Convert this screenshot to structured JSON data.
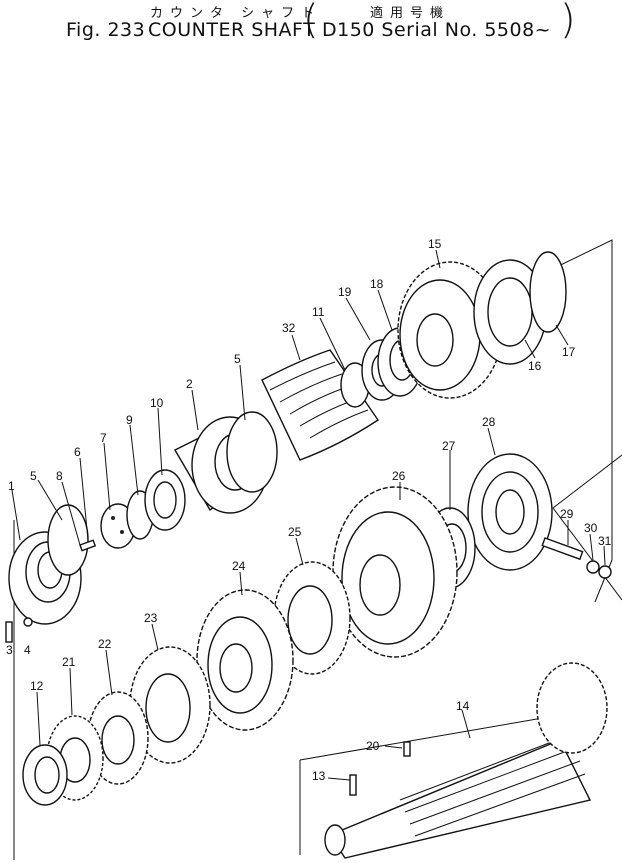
{
  "header": {
    "kana_line": "カウンタ シャフト",
    "kana_line2": "適用号機",
    "figure": "Fig. 233",
    "title": "COUNTER SHAFT",
    "model": "D150 Serial No. 5508~"
  },
  "callouts": [
    "1",
    "2",
    "3",
    "4",
    "5",
    "6",
    "7",
    "8",
    "9",
    "10",
    "11",
    "12",
    "13",
    "14",
    "15",
    "16",
    "17",
    "18",
    "19",
    "20",
    "21",
    "22",
    "23",
    "24",
    "25",
    "26",
    "27",
    "28",
    "29",
    "30",
    "31",
    "32",
    "5"
  ]
}
